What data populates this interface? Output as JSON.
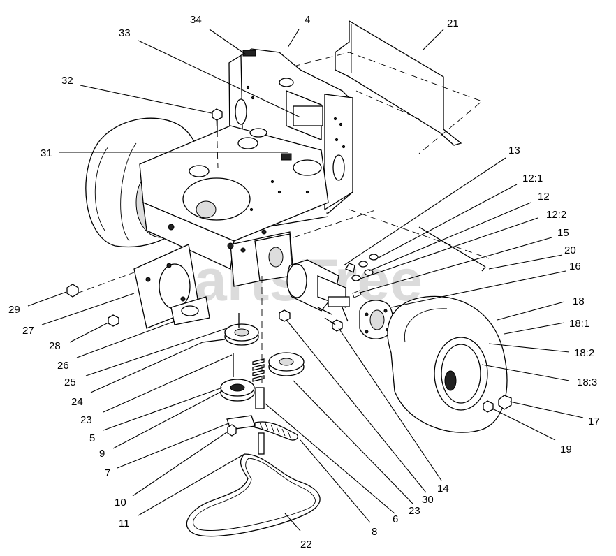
{
  "watermark": "PartsTree",
  "labels": {
    "l34": "34",
    "l4": "4",
    "l21": "21",
    "l33": "33",
    "l32": "32",
    "l31": "31",
    "l13": "13",
    "l12_1": "12:1",
    "l12": "12",
    "l12_2": "12:2",
    "l15": "15",
    "l20": "20",
    "l16": "16",
    "l18": "18",
    "l18_1": "18:1",
    "l18_2": "18:2",
    "l18_3": "18:3",
    "l17": "17",
    "l19": "19",
    "l29": "29",
    "l27": "27",
    "l28": "28",
    "l26": "26",
    "l25": "25",
    "l24": "24",
    "l23a": "23",
    "l5": "5",
    "l9": "9",
    "l7": "7",
    "l10": "10",
    "l11": "11",
    "l22": "22",
    "l8": "8",
    "l6": "6",
    "l23b": "23",
    "l30": "30",
    "l14": "14"
  }
}
